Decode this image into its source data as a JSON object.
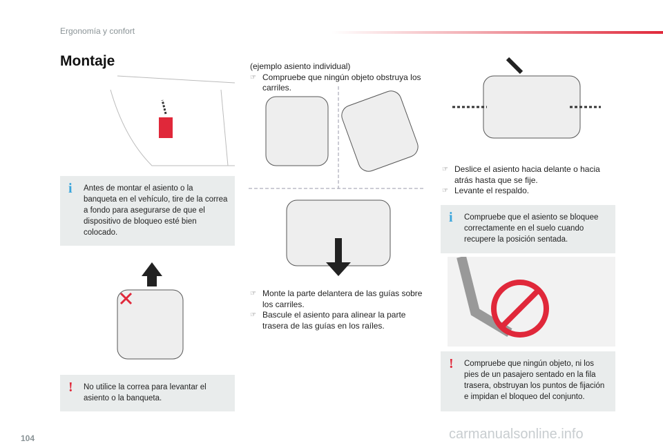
{
  "header": {
    "section": "Ergonomía y confort"
  },
  "title": "Montaje",
  "col1": {
    "info_box": "Antes de montar el asiento o la banqueta en el vehículo, tire de la correa a fondo para asegurarse de que el dispositivo de bloqueo esté bien colocado.",
    "warning_box": "No utilice la correa para levantar el asiento o la banqueta."
  },
  "col2": {
    "intro": "(ejemplo asiento individual)",
    "bullets_top": [
      "Compruebe que ningún objeto obstruya los carriles."
    ],
    "bullets_bottom": [
      "Monte la parte delantera de las guías sobre los carriles.",
      "Bascule el asiento para alinear la parte trasera de las guías en los raíles."
    ]
  },
  "col3": {
    "bullets": [
      "Deslice el asiento hacia delante o hacia atrás hasta que se fije.",
      "Levante el respaldo."
    ],
    "info_box": "Compruebe que el asiento se bloquee correctamente en el suelo cuando recupere la posición sentada.",
    "warning_box": "Compruebe que ningún objeto, ni los pies de un pasajero sentado en la fila trasera, obstruyan los puntos de fijación e impidan el bloqueo del conjunto."
  },
  "bullet_icon": "☞",
  "page_number": "104",
  "watermark": "carmanualsonline.info",
  "colors": {
    "accent": "#e0283a",
    "info": "#3aa5dc",
    "box": "#e9ecec"
  }
}
